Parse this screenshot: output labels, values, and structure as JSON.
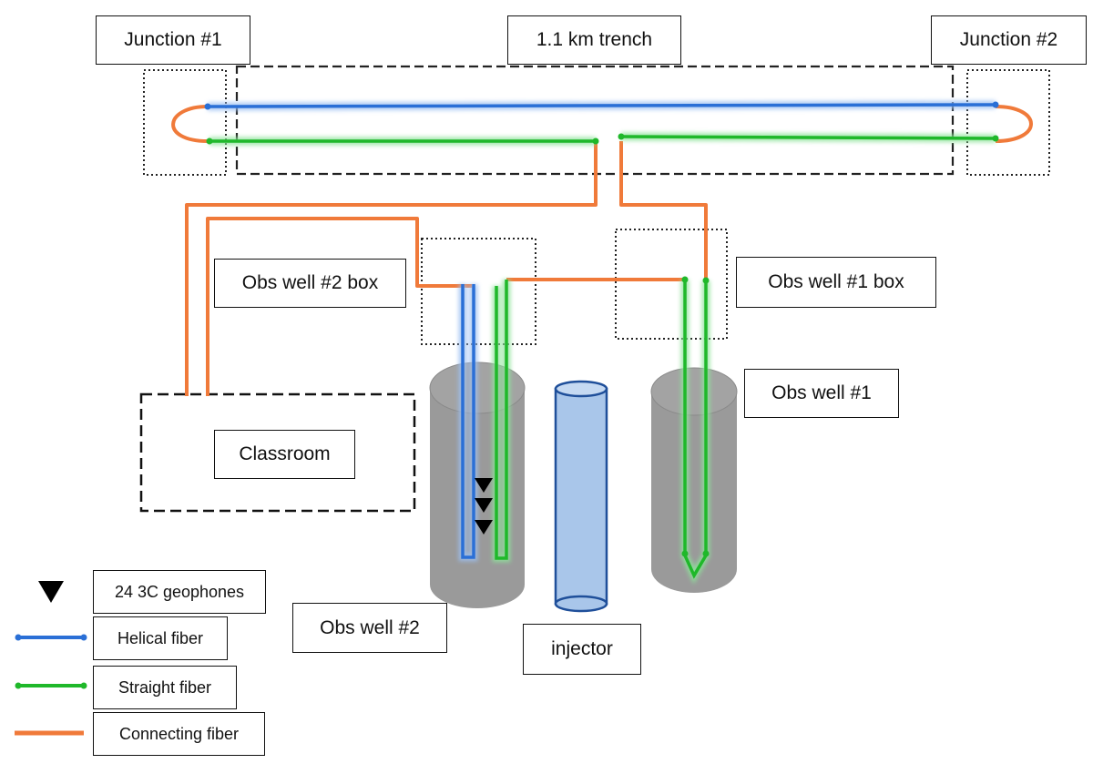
{
  "labels": {
    "junction1": "Junction #1",
    "trench": "1.1 km trench",
    "junction2": "Junction #2",
    "obs_well2_box": "Obs well #2 box",
    "obs_well1_box": "Obs well #1 box",
    "obs_well1": "Obs well #1",
    "classroom": "Classroom",
    "obs_well2": "Obs well #2",
    "injector": "injector"
  },
  "legend": [
    {
      "symbol": "geophone-triangle",
      "label": "24 3C geophones"
    },
    {
      "symbol": "helical-fiber-line",
      "label": "Helical fiber"
    },
    {
      "symbol": "straight-fiber-line",
      "label": "Straight fiber"
    },
    {
      "symbol": "connecting-fiber-line",
      "label": "Connecting fiber"
    }
  ],
  "colors": {
    "helical_fiber": "#2a6fd6",
    "straight_fiber": "#1fb82a",
    "connecting_fiber": "#f07a3a",
    "well_gray": "#9a9a9a",
    "injector_blue": "#a9c6ea",
    "injector_outline": "#1f4f9a",
    "geophone": "#000000"
  },
  "geophone_count_shown": 3
}
